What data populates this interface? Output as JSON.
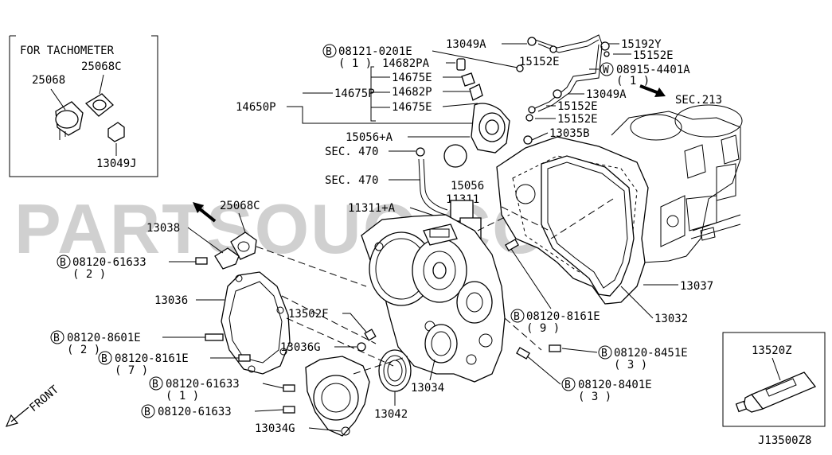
{
  "tachometer_box": {
    "title": "FOR TACHOMETER",
    "parts": [
      "25068",
      "25068C",
      "13049J"
    ]
  },
  "sealant_box": {
    "part": "13520Z"
  },
  "diagram_code": "J13500Z8",
  "front_label": "FRONT",
  "watermark": "PARTSOUQ.COM",
  "labels": {
    "p13049A_top": "13049A",
    "p15192Y": "15192Y",
    "p15152E_a": "15152E",
    "p15152E_b": "15152E",
    "p15152E_c": "15152E",
    "p15152E_d": "15152E",
    "b08121": "08121-0201E",
    "b08121_qty": "( 1 )",
    "p14682PA": "14682PA",
    "p14675E_a": "14675E",
    "p14675P": "14675P",
    "p14682P": "14682P",
    "p14675E_b": "14675E",
    "p14650P": "14650P",
    "w08915": "08915-4401A",
    "w08915_qty": "( 1 )",
    "p13049A_mid": "13049A",
    "sec213": "SEC.213",
    "p15056A": "15056+A",
    "p13035B": "13035B",
    "sec470_a": "SEC. 470",
    "sec470_b": "SEC. 470",
    "p15056": "15056",
    "p11311": "11311",
    "p11311A": "11311+A",
    "p25068C_main": "25068C",
    "p13038": "13038",
    "b08120_61633_a": "08120-61633",
    "b08120_61633_a_qty": "( 2 )",
    "p13036": "13036",
    "p13502F": "13502F",
    "b08120_8161E_a": "08120-8161E",
    "b08120_8161E_a_qty": "( 9 )",
    "p13032": "13032",
    "p13037": "13037",
    "b08120_8601E": "08120-8601E",
    "b08120_8601E_qty": "( 2 )",
    "p13036G": "13036G",
    "b08120_8161E_b": "08120-8161E",
    "b08120_8161E_b_qty": "( 7 )",
    "b08120_8451E": "08120-8451E",
    "b08120_8451E_qty": "( 3 )",
    "b08120_61633_b": "08120-61633",
    "b08120_61633_b_qty": "( 1 )",
    "p13034": "13034",
    "b08120_8401E": "08120-8401E",
    "b08120_8401E_qty": "( 3 )",
    "b08120_61633_c": "08120-61633",
    "p13042": "13042",
    "p13034G": "13034G"
  },
  "markers": {
    "bolt": "B",
    "washer": "W"
  }
}
